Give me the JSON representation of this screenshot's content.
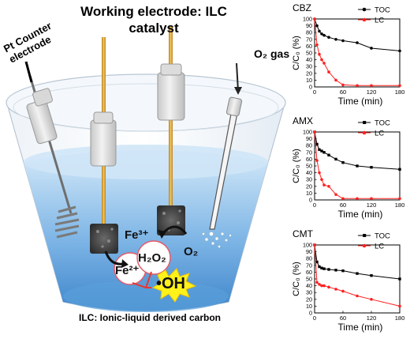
{
  "diagram": {
    "title": "Working electrode: ILC catalyst",
    "counter_electrode_label": "Pt Counter electrode",
    "gas_label": "O₂ gas",
    "footnote": "ILC: Ionic-liquid derived carbon",
    "species": {
      "fe3": "Fe³⁺",
      "fe2": "Fe²⁺",
      "h2o2": "H₂O₂",
      "o2": "O₂",
      "oh": "•OH"
    },
    "colors": {
      "water_top": "#cfe5f7",
      "water_bottom": "#4f95d4",
      "electrode_rod": "#e2a93a",
      "catalyst": "#444444",
      "radical_burst": "#fff21a",
      "circle_outline": "#e55b6a",
      "toc_series": "#000000",
      "lc_series": "#ff2020"
    }
  },
  "chart_data": [
    {
      "type": "line",
      "title": "CBZ",
      "ylabel": "C/C₀ (%)",
      "xlabel": "Time (min)",
      "xlim": [
        0,
        180
      ],
      "ylim": [
        0,
        100
      ],
      "xticks": [
        0,
        60,
        120,
        180
      ],
      "yticks": [
        0,
        10,
        20,
        30,
        40,
        50,
        60,
        70,
        80,
        90,
        100
      ],
      "legend_position": "top-right",
      "series": [
        {
          "name": "TOC",
          "color": "#000000",
          "marker": "circle",
          "x": [
            0,
            5,
            10,
            15,
            20,
            30,
            45,
            60,
            90,
            120,
            180
          ],
          "y": [
            100,
            90,
            82,
            78,
            76,
            73,
            70,
            68,
            65,
            57,
            53
          ]
        },
        {
          "name": "LC",
          "color": "#ff2020",
          "marker": "circle",
          "x": [
            0,
            5,
            10,
            15,
            20,
            30,
            45,
            60,
            90,
            120,
            180
          ],
          "y": [
            100,
            62,
            48,
            40,
            35,
            22,
            10,
            3,
            2,
            2,
            2
          ]
        }
      ]
    },
    {
      "type": "line",
      "title": "AMX",
      "ylabel": "C/C₀ (%)",
      "xlabel": "Time (min)",
      "xlim": [
        0,
        180
      ],
      "ylim": [
        0,
        100
      ],
      "xticks": [
        0,
        60,
        120,
        180
      ],
      "yticks": [
        0,
        10,
        20,
        30,
        40,
        50,
        60,
        70,
        80,
        90,
        100
      ],
      "legend_position": "top-right",
      "series": [
        {
          "name": "TOC",
          "color": "#000000",
          "marker": "square",
          "x": [
            0,
            5,
            10,
            15,
            20,
            30,
            45,
            60,
            90,
            120,
            180
          ],
          "y": [
            100,
            82,
            74,
            72,
            70,
            66,
            60,
            55,
            50,
            48,
            45
          ]
        },
        {
          "name": "LC",
          "color": "#ff2020",
          "marker": "circle",
          "x": [
            0,
            5,
            10,
            15,
            20,
            30,
            45,
            60,
            90,
            120,
            180
          ],
          "y": [
            100,
            58,
            40,
            30,
            22,
            20,
            8,
            2,
            2,
            2,
            2
          ]
        }
      ]
    },
    {
      "type": "line",
      "title": "CMT",
      "ylabel": "C/C₀ (%)",
      "xlabel": "Time (min)",
      "xlim": [
        0,
        180
      ],
      "ylim": [
        0,
        100
      ],
      "xticks": [
        0,
        60,
        120,
        180
      ],
      "yticks": [
        0,
        10,
        20,
        30,
        40,
        50,
        60,
        70,
        80,
        90,
        100
      ],
      "legend_position": "top-right",
      "series": [
        {
          "name": "TOC",
          "color": "#000000",
          "marker": "square",
          "x": [
            0,
            5,
            10,
            15,
            20,
            30,
            45,
            60,
            90,
            120,
            180
          ],
          "y": [
            100,
            75,
            68,
            66,
            65,
            64,
            63,
            62,
            58,
            55,
            50
          ]
        },
        {
          "name": "LC",
          "color": "#ff2020",
          "marker": "circle",
          "x": [
            0,
            5,
            10,
            15,
            20,
            30,
            45,
            60,
            90,
            120,
            180
          ],
          "y": [
            100,
            45,
            42,
            40,
            40,
            38,
            35,
            32,
            25,
            20,
            10
          ]
        }
      ]
    }
  ]
}
